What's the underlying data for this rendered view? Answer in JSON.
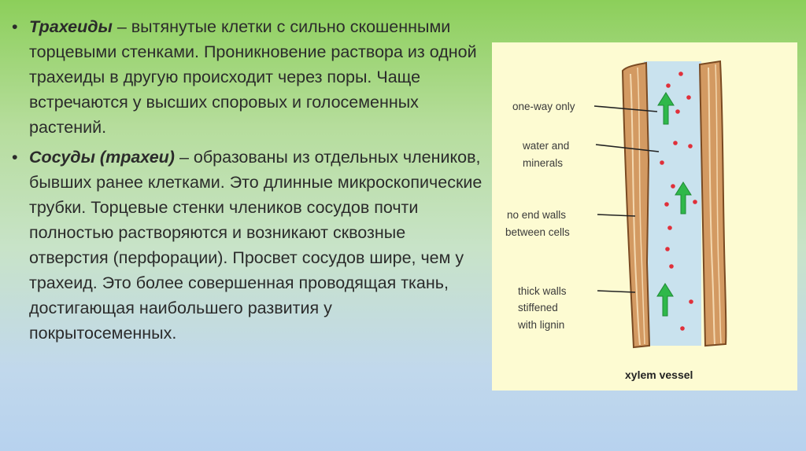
{
  "bullets": [
    {
      "term": "Трахеиды",
      "text": " – вытянутые клетки с сильно скошенными торцевыми стенками. Проникновение раствора из одной трахеиды в другую происходит через поры. Чаще встречаются у высших споровых и голосеменных растений."
    },
    {
      "term": "Сосуды (трахеи)",
      "text": " – образованы из отдельных члеников, бывших ранее клетками. Это длинные микроскопические трубки. Торцевые стенки члеников сосудов почти полностью растворяются и возникают сквозные отверстия (перфорации). Просвет сосудов шире, чем у трахеид. Это более совершенная проводящая ткань, достигающая наибольшего развития у покрытосеменных."
    }
  ],
  "figure": {
    "labels": {
      "one_way": "one-way only",
      "water_1": "water and",
      "water_2": "minerals",
      "noend_1": "no end walls",
      "noend_2": "between cells",
      "thick_1": "thick walls",
      "thick_2": "stiffened",
      "thick_3": "with lignin"
    },
    "caption": "xylem vessel",
    "colors": {
      "background": "#fdfbd2",
      "wall": "#d39a62",
      "wall_outline": "#7a4a22",
      "lumen": "#c9e2ee",
      "arrow": "#2fb84a",
      "particle": "#e0303a"
    }
  }
}
